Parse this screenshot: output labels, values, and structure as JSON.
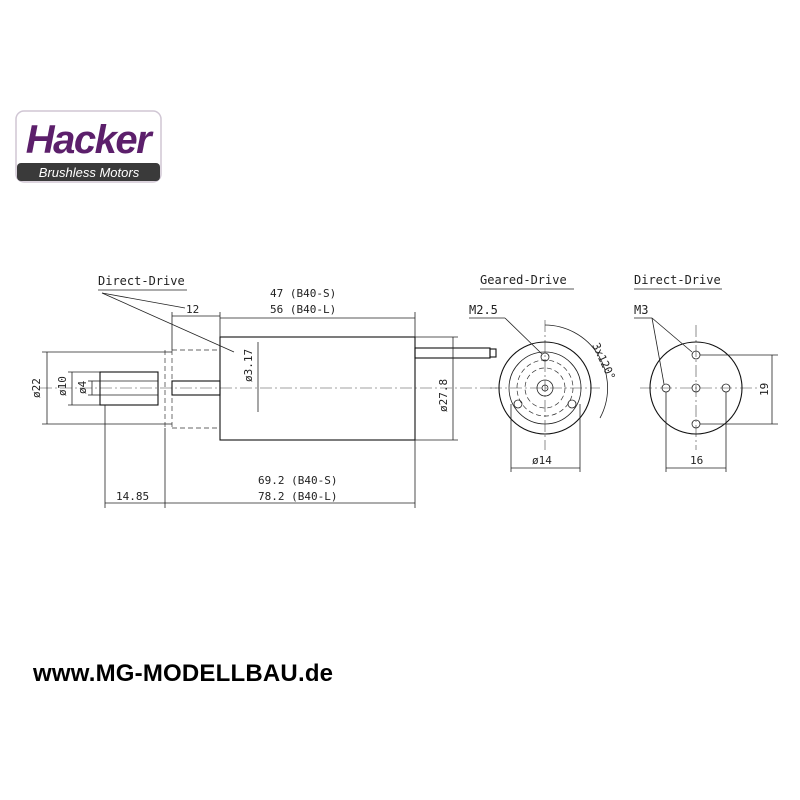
{
  "logo": {
    "brand": "Hacker",
    "tagline": "Brushless Motors",
    "colors": {
      "brand_purple": "#5c1f6b",
      "tag_bg": "#3a3a3a",
      "tag_text": "#ffffff"
    }
  },
  "side_view": {
    "label": "Direct-Drive",
    "dim_12": "12",
    "dim_length_s": "47 (B40-S)",
    "dim_length_l": "56 (B40-L)",
    "dim_total_s": "69.2 (B40-S)",
    "dim_total_l": "78.2 (B40-L)",
    "dim_14_85": "14.85",
    "dia_22": "ø22",
    "dia_10": "ø10",
    "dia_4": "ø4",
    "dia_3_17": "ø3.17",
    "dia_27_8": "ø27.8"
  },
  "geared_view": {
    "label": "Geared-Drive",
    "thread": "M2.5",
    "angle": "3x120°",
    "dia_14": "ø14"
  },
  "direct_view": {
    "label": "Direct-Drive",
    "thread": "M3",
    "dim_16": "16",
    "dim_19": "19"
  },
  "footer": {
    "website": "www.MG-MODELLBAU.de"
  }
}
